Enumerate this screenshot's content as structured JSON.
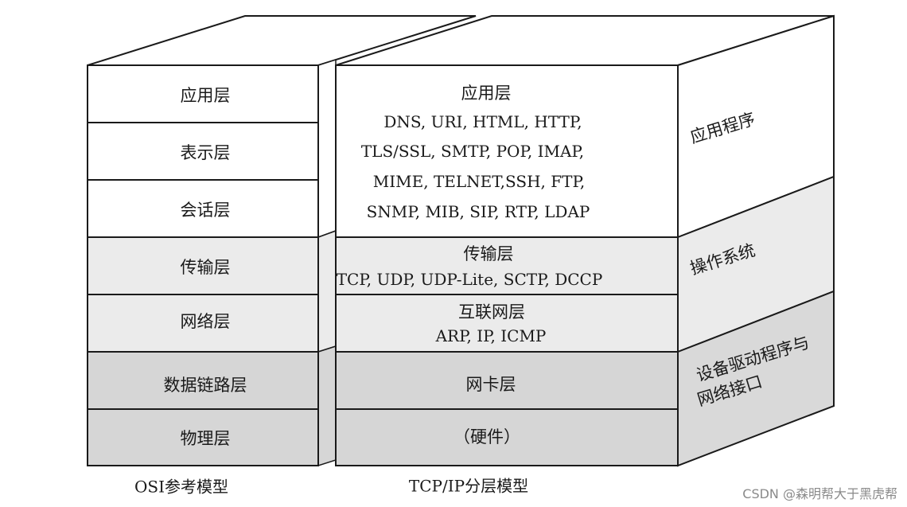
{
  "colors": {
    "application_fill": "#ffffff",
    "transport_fill": "#ebebeb",
    "link_fill": "#d6d6d6",
    "side_top_fill": "#ffffff",
    "side_os_fill": "#ebebeb",
    "side_driver_fill": "#d9d9d9",
    "stroke": "#1a1a1a"
  },
  "osi": {
    "layers": [
      "应用层",
      "表示层",
      "会话层",
      "传输层",
      "网络层",
      "数据链路层",
      "物理层"
    ],
    "caption": "OSI参考模型"
  },
  "tcpip": {
    "application": {
      "title": "应用层",
      "protocols": [
        "DNS, URI, HTML, HTTP,",
        "TLS/SSL, SMTP, POP, IMAP,",
        "MIME, TELNET,SSH, FTP,",
        "SNMP, MIB, SIP, RTP, LDAP"
      ]
    },
    "transport": {
      "title": "传输层",
      "protocols": "TCP, UDP, UDP-Lite, SCTP, DCCP"
    },
    "internet": {
      "title": "互联网层",
      "protocols": "ARP, IP, ICMP"
    },
    "link": {
      "title": "网卡层"
    },
    "hardware": {
      "title": "（硬件）"
    },
    "caption": "TCP/IP分层模型"
  },
  "side": {
    "application_program": "应用程序",
    "operating_system": "操作系统",
    "driver_line1": "设备驱动程序与",
    "driver_line2": "网络接口"
  },
  "watermark": "CSDN @森明帮大于黑虎帮"
}
